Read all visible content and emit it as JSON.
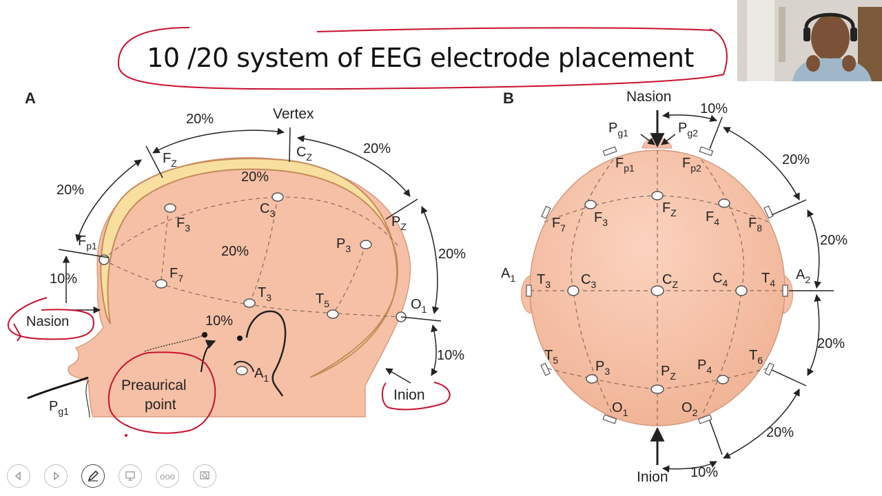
{
  "slide": {
    "title": "10 /20 system of EEG electrode placement"
  },
  "panel_a": {
    "label": "A",
    "vertex": "Vertex",
    "nasion": "Nasion",
    "inion": "Inion",
    "preauricular_line1": "Preaurical",
    "preauricular_line2": "point",
    "pct_top_left": "20%",
    "pct_top_right": "20%",
    "pct_left": "20%",
    "pct_10_left": "10%",
    "pct_right": "20%",
    "pct_10_right": "10%",
    "pct_inner_top": "20%",
    "pct_inner_mid": "20%",
    "pct_ear": "10%",
    "electrodes": [
      "Fz",
      "Cz",
      "F3",
      "C3",
      "Pz",
      "P3",
      "Fp1",
      "F7",
      "T3",
      "T5",
      "O1",
      "A1",
      "Pg1"
    ]
  },
  "panel_b": {
    "label": "B",
    "nasion": "Nasion",
    "inion": "Inion",
    "pct_10_top": "10%",
    "pct_20_1": "20%",
    "pct_20_2": "20%",
    "pct_20_3": "20%",
    "pct_20_4": "20%",
    "pct_10_bottom": "10%",
    "electrodes": [
      "Pg1",
      "Pg2",
      "Fp1",
      "Fp2",
      "F7",
      "F3",
      "Fz",
      "F4",
      "F8",
      "A1",
      "T3",
      "C3",
      "Cz",
      "C4",
      "T4",
      "A2",
      "T5",
      "P3",
      "Pz",
      "P4",
      "T6",
      "O1",
      "O2"
    ]
  },
  "toolbar": {
    "buttons": [
      "previous-slide",
      "next-slide",
      "pen-tool",
      "see-all-slides",
      "more-options",
      "zoom-slide"
    ],
    "more_label": "ooo"
  },
  "colors": {
    "skin": "#f7c5ae",
    "skin_dark": "#e8a88c",
    "skull": "#f8dfa0",
    "annotation_red": "#c8102e"
  }
}
